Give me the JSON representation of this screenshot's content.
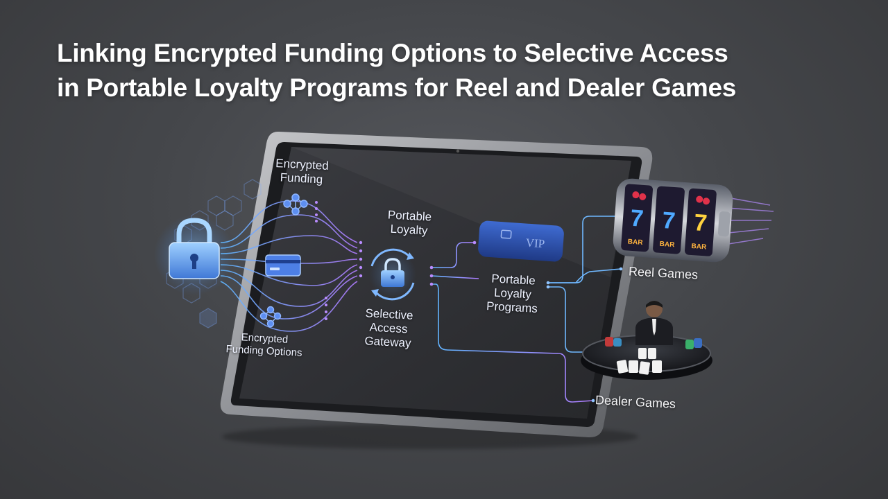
{
  "title": {
    "line1": "Linking Encrypted Funding Options to Selective Access",
    "line2": "in Portable Loyalty Programs for Reel and Dealer Games"
  },
  "labels": {
    "encrypted_funding": [
      "Encrypted",
      "Funding"
    ],
    "encrypted_funding_options": [
      "Encrypted",
      "Funding Options"
    ],
    "portable_loyalty": [
      "Portable",
      "Loyalty"
    ],
    "selective_access_gateway": [
      "Selective",
      "Access",
      "Gateway"
    ],
    "portable_loyalty_programs": [
      "Portable",
      "Loyalty",
      "Programs"
    ],
    "reel_games": "Reel Games",
    "dealer_games": "Dealer Games"
  },
  "vip_card_text": "VIP",
  "slot_symbols": [
    "7",
    "7",
    "7",
    "BAR",
    "BAR",
    "BAR"
  ],
  "icons": [
    "padlock-icon",
    "network-nodes-icon",
    "credit-card-icon",
    "gateway-lock-icon",
    "vip-card-icon",
    "slot-machine-icon",
    "blackjack-dealer-icon"
  ],
  "colors": {
    "background": "#45474b",
    "accent_blue": "#6fb4ff",
    "accent_purple": "#a57dff",
    "tablet_screen": "#2c2d31"
  }
}
